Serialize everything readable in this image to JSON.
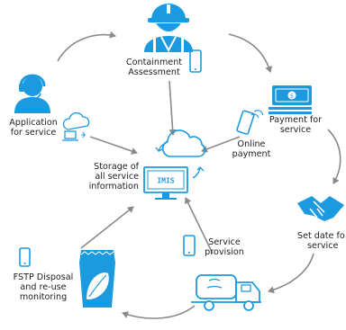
{
  "colors": {
    "accent": "#1c9ae0",
    "arrow": "#8a8a8a",
    "text": "#1e1e1e",
    "green": "#2e8b3a"
  },
  "steps": {
    "containment": {
      "line1": "Containment",
      "line2": "Assessment",
      "icon": "engineer-icon"
    },
    "payment": {
      "line1": "Payment for",
      "line2": "service",
      "icon": "cash-icon"
    },
    "online_payment": {
      "line1": "Online",
      "line2": "payment",
      "icon": "phone-tap-icon"
    },
    "set_date": {
      "line1": "Set date fo",
      "line2": "service",
      "icon": "handshake-icon"
    },
    "service_provision": {
      "line1": "Service",
      "line2": "provision",
      "icon": "vacuum-truck-icon"
    },
    "fstp": {
      "line1": "FSTP Disposal",
      "line2": "and re-use",
      "line3": "monitoring",
      "icon": "compost-bag-icon"
    },
    "application": {
      "line1": "Application",
      "line2": "for service",
      "icon": "call-center-agent-icon"
    },
    "storage": {
      "line1": "Storage of",
      "line2": "all service",
      "line3": "information",
      "icon": "cloud-computer-icon",
      "screen_label": "IMIS"
    }
  }
}
